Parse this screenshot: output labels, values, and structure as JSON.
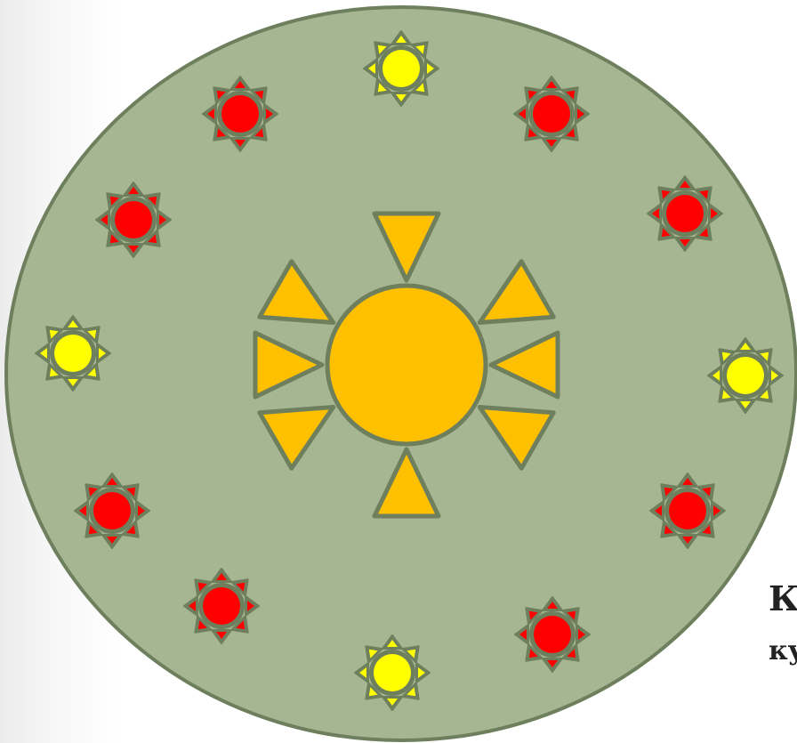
{
  "caption": {
    "line1": "К",
    "line2": "ку"
  },
  "colors": {
    "disk_fill": "#a6b592",
    "outline": "#6e7f5e",
    "center_sun": "#ffc000",
    "sun_red": "#ff0000",
    "sun_yellow": "#ffff00"
  },
  "center_sun": {
    "icon": "large-orange-sun-icon",
    "rays": 8
  },
  "small_suns": {
    "rays_each": 8,
    "colors_clockwise_from_top": [
      "yellow",
      "red",
      "red",
      "yellow",
      "red",
      "red",
      "yellow",
      "red",
      "red",
      "yellow",
      "red",
      "red"
    ]
  }
}
